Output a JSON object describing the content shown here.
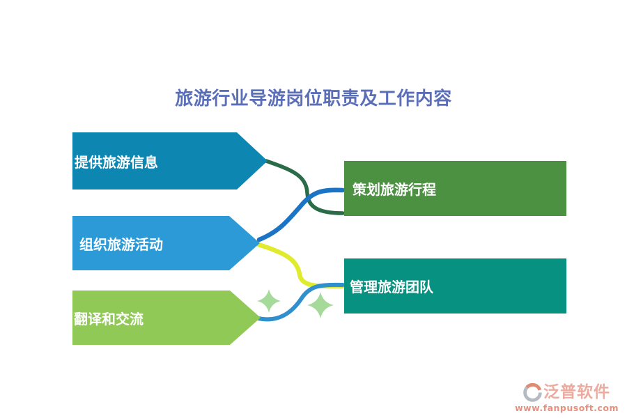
{
  "title": {
    "text": "旅游行业导游岗位职责及工作内容",
    "color": "#5A6FB8"
  },
  "left_items": [
    {
      "label": "提供旅游信息",
      "color": "#0E86B2"
    },
    {
      "label": "组织旅游活动",
      "color": "#2B9AD6"
    },
    {
      "label": "翻译和交流",
      "color": "#90C956"
    }
  ],
  "right_items": [
    {
      "label": "策划旅游行程",
      "color": "#4C9142"
    },
    {
      "label": "管理旅游团队",
      "color": "#079180"
    }
  ],
  "connectors": [
    {
      "name": "provide-info-to-plan-itinerary",
      "color": "#2A6B48"
    },
    {
      "name": "organize-activity-to-plan-itinerary",
      "color": "#1B74C4"
    },
    {
      "name": "organize-activity-to-manage-team",
      "color": "#E0EB2D"
    },
    {
      "name": "translate-to-manage-team",
      "color": "#3090CE"
    }
  ],
  "decorations": {
    "sparkle_color": "#A5DA9B"
  },
  "watermark": {
    "brand": "泛普软件",
    "url": "www.fanpusoft.com",
    "brand_color": "#EDABA0",
    "url_color": "#E8907E",
    "mark_gray": "#B6BBC3",
    "mark_salmon": "#E08A72"
  }
}
